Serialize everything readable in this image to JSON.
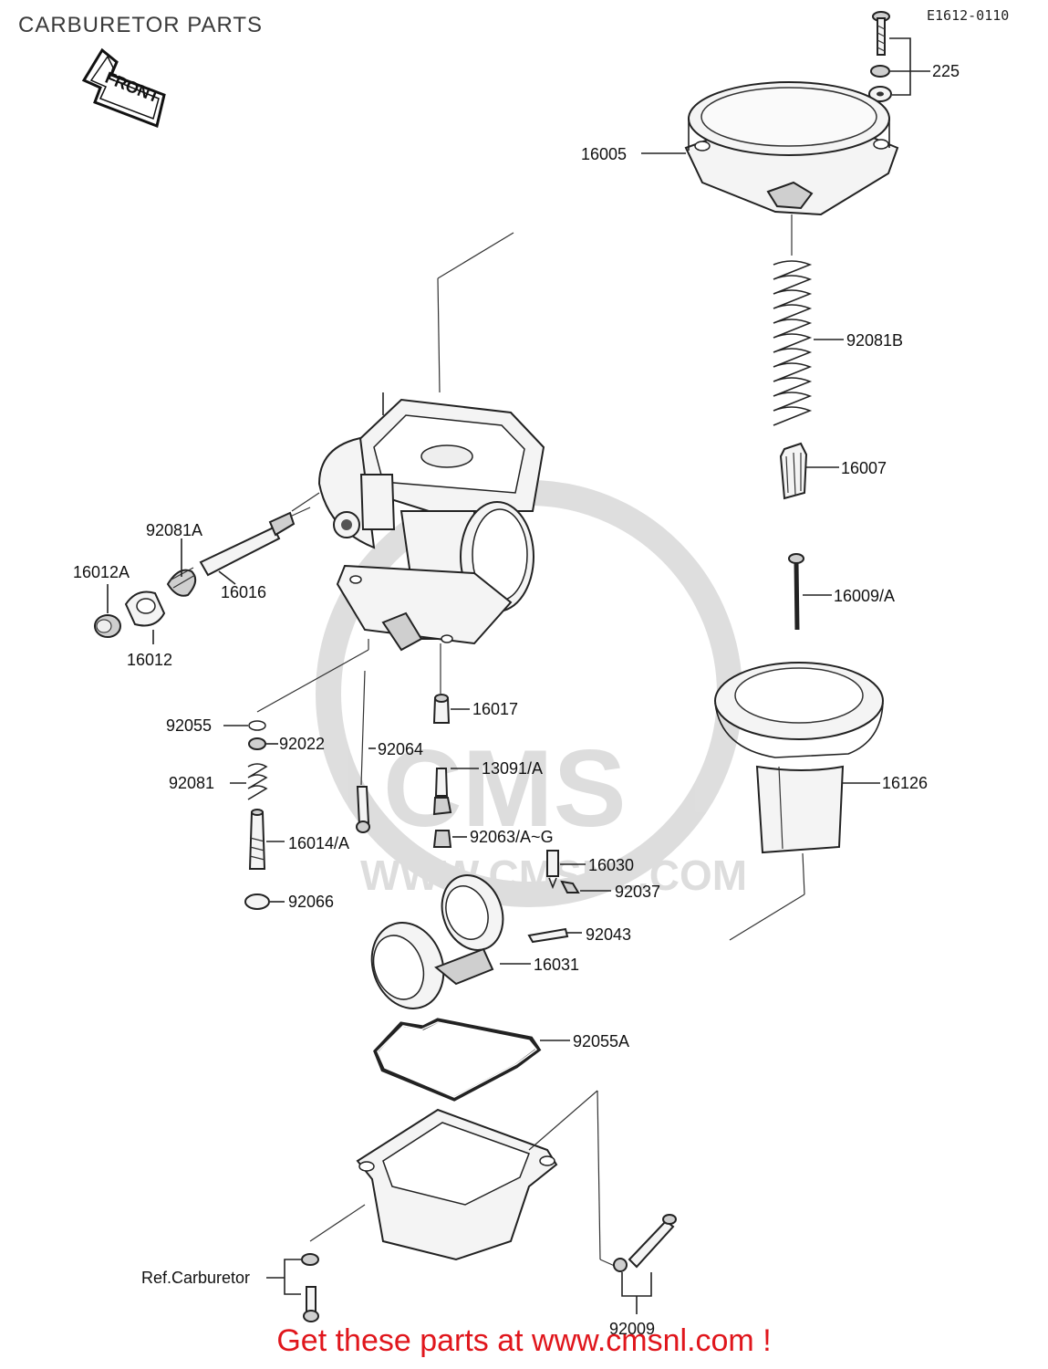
{
  "title": "CARBURETOR PARTS",
  "diagram_code": "E1612-0110",
  "front_arrow_label": "FRONT",
  "watermark": {
    "brand": "CMS",
    "url": "WWW.CMSNL.COM"
  },
  "promo_text": "Get these parts at www.cmsnl.com !",
  "callouts": {
    "p225": "225",
    "p16005": "16005",
    "p92081B": "92081B",
    "p16007": "16007",
    "p16009A": "16009/A",
    "p16126": "16126",
    "p92081A": "92081A",
    "p16012A": "16012A",
    "p16016": "16016",
    "p16012": "16012",
    "p92055": "92055",
    "p92022": "92022",
    "p92064": "92064",
    "p16017": "16017",
    "p13091A": "13091/A",
    "p92081": "92081",
    "p16014A": "16014/A",
    "p92063": "92063/A~G",
    "p16030": "16030",
    "p92037": "92037",
    "p92066": "92066",
    "p92043": "92043",
    "p16031": "16031",
    "p92055A": "92055A",
    "ref_carb": "Ref.Carburetor",
    "p92009": "92009"
  }
}
